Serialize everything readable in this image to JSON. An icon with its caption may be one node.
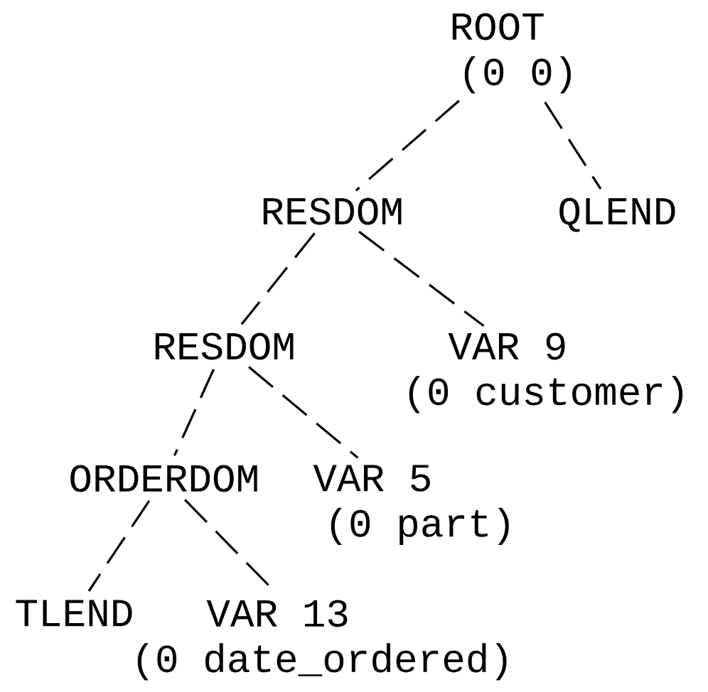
{
  "diagram": {
    "nodes": [
      {
        "text": [
          "ROOT",
          "(0 0)"
        ]
      },
      {
        "text": [
          "RESDOM"
        ]
      },
      {
        "text": [
          "QLEND"
        ]
      },
      {
        "text": [
          "RESDOM"
        ]
      },
      {
        "text": [
          "VAR 9",
          "(0 customer)"
        ]
      },
      {
        "text": [
          "ORDERDOM"
        ]
      },
      {
        "text": [
          "VAR 5",
          "(0 part)"
        ]
      },
      {
        "text": [
          "TLEND"
        ]
      },
      {
        "text": [
          "VAR 13",
          "(0 date_ordered)"
        ]
      }
    ],
    "edges": [
      {
        "from": 0,
        "to": 1,
        "arrow": "none"
      },
      {
        "from": 0,
        "to": 2,
        "arrow": "none"
      },
      {
        "from": 1,
        "to": 3,
        "arrow": "none"
      },
      {
        "from": 1,
        "to": 4,
        "arrow": "none"
      },
      {
        "from": 3,
        "to": 5,
        "arrow": "none"
      },
      {
        "from": 3,
        "to": 6,
        "arrow": "none"
      },
      {
        "from": 5,
        "to": 7,
        "arrow": "none"
      },
      {
        "from": 5,
        "to": 8,
        "arrow": "none"
      }
    ]
  }
}
